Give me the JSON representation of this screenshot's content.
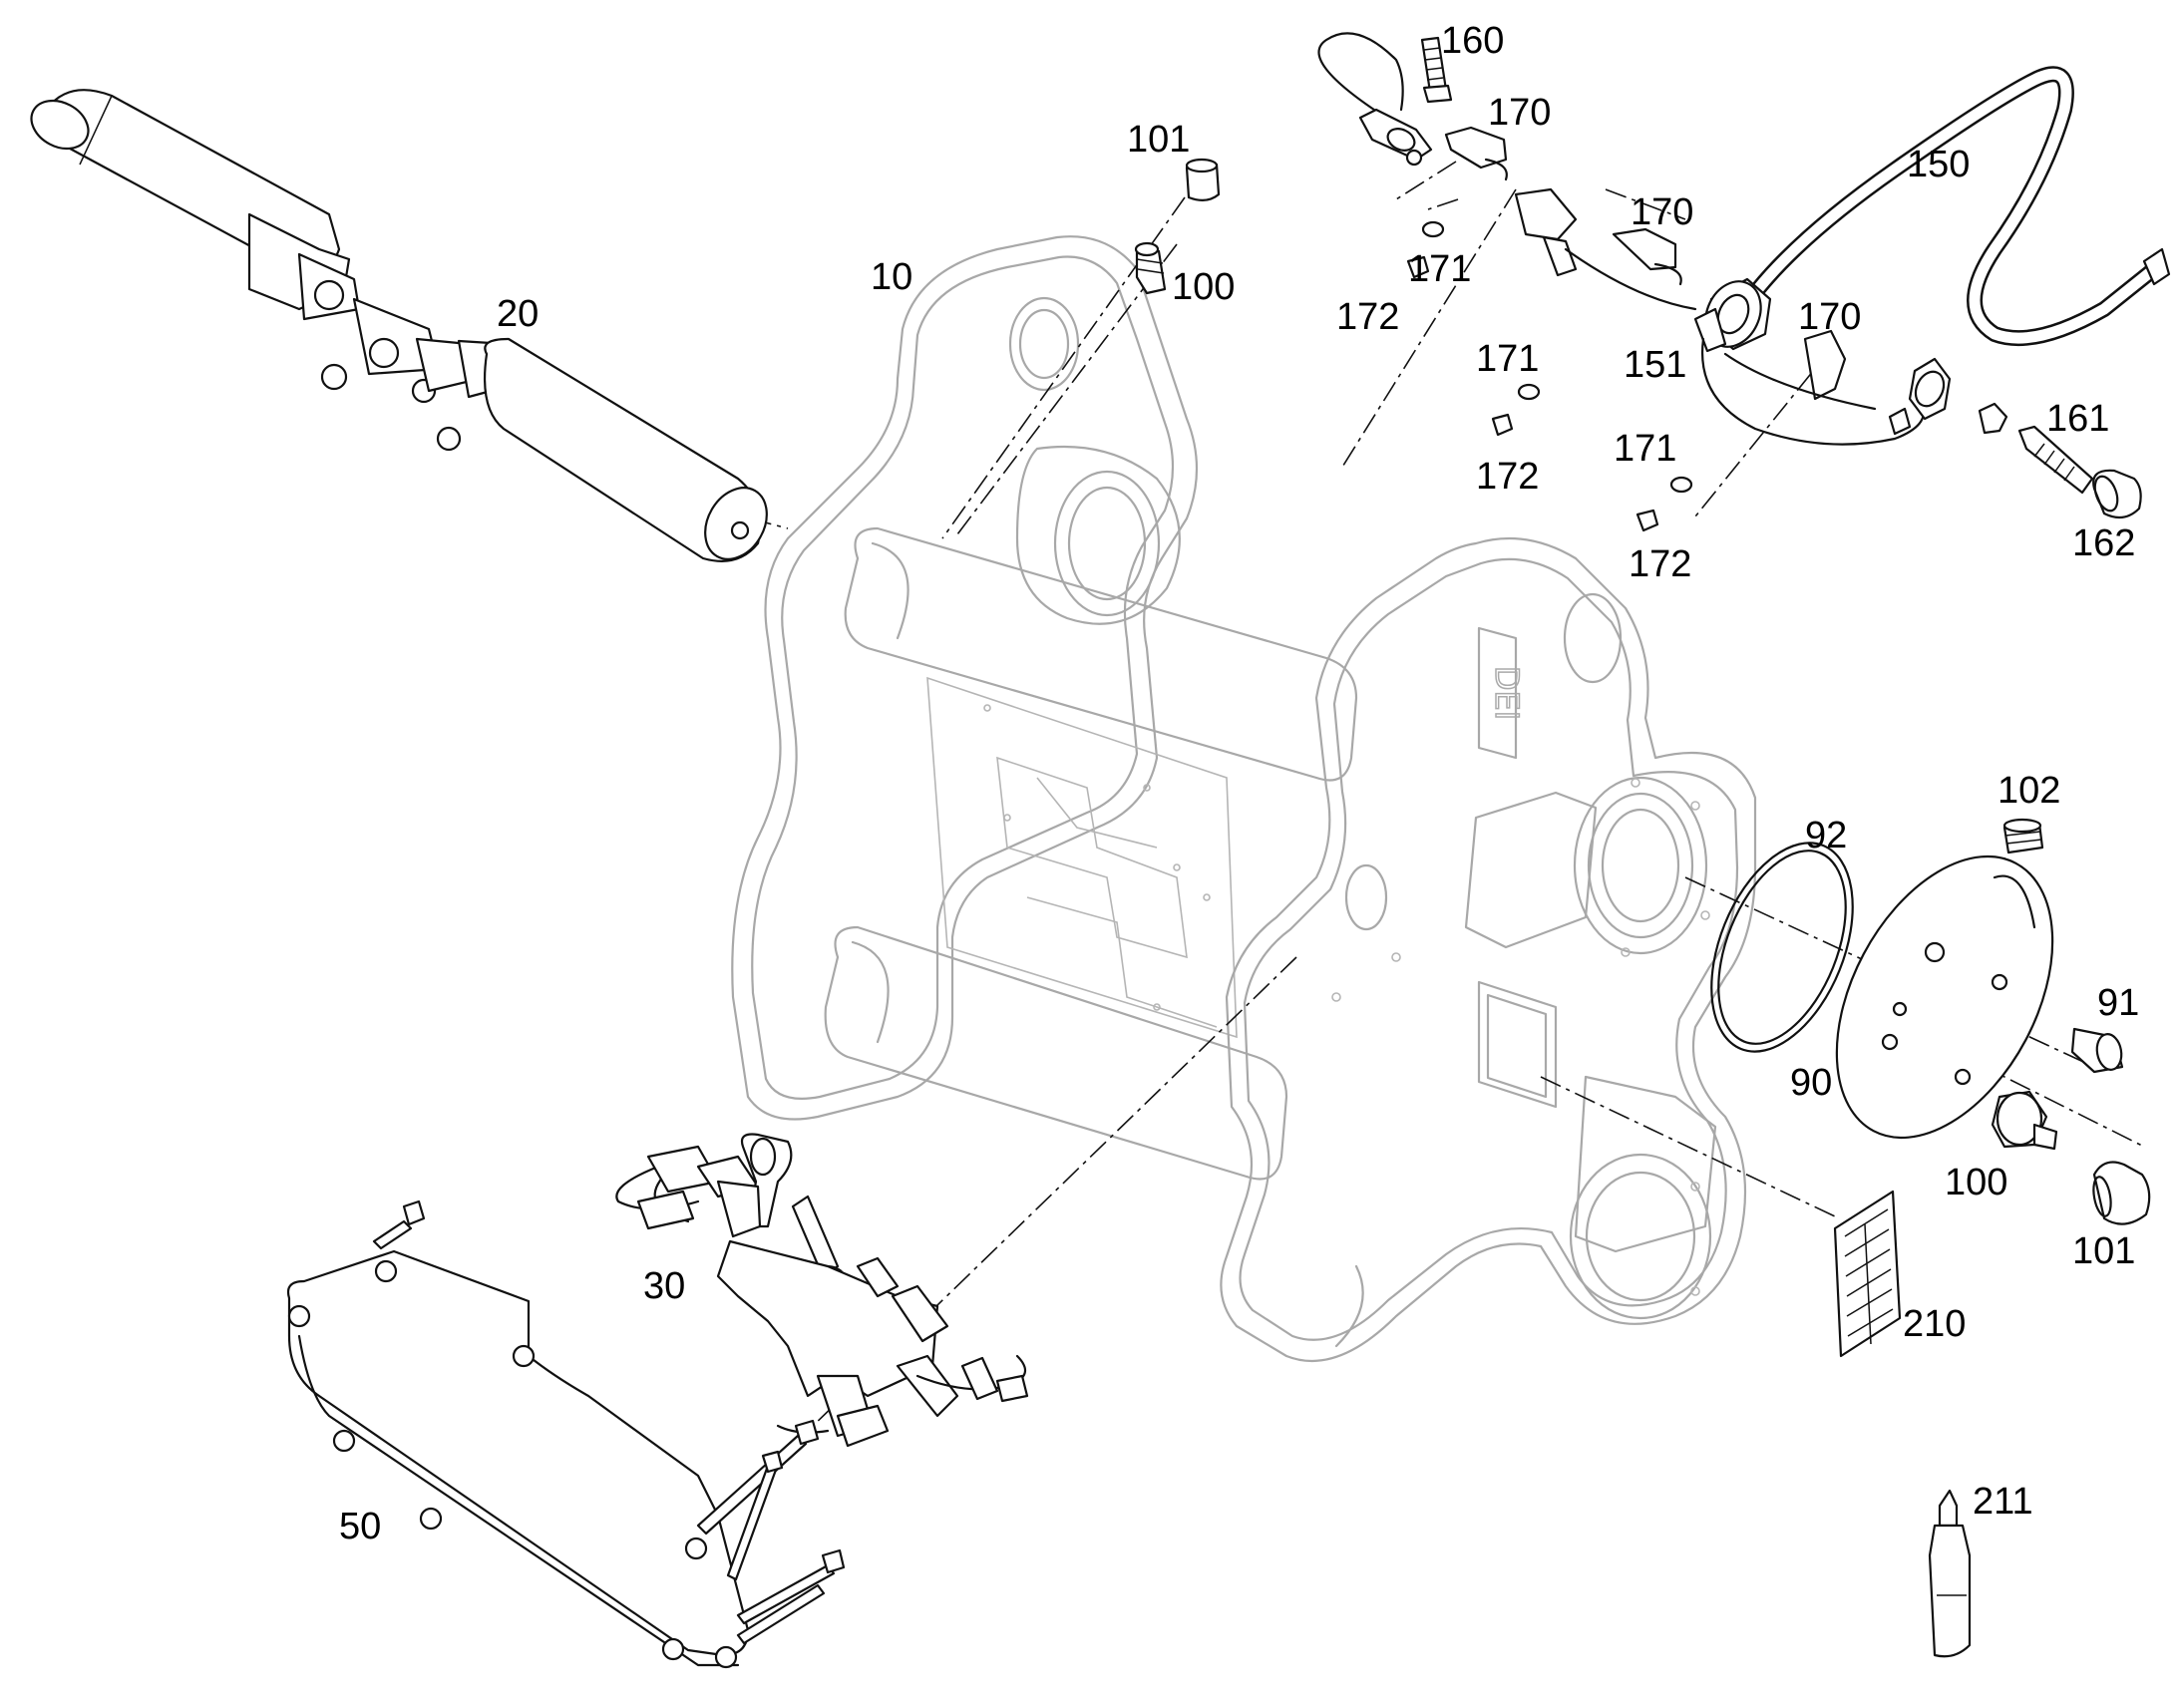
{
  "callouts": {
    "c10": "10",
    "c20": "20",
    "c30": "30",
    "c50": "50",
    "c90": "90",
    "c91": "91",
    "c92": "92",
    "c100a": "100",
    "c100b": "100",
    "c101a": "101",
    "c101b": "101",
    "c102": "102",
    "c150": "150",
    "c151": "151",
    "c160": "160",
    "c161": "161",
    "c162": "162",
    "c170a": "170",
    "c170b": "170",
    "c170c": "170",
    "c171a": "171",
    "c171b": "171",
    "c171c": "171",
    "c172a": "172",
    "c172b": "172",
    "c172c": "172",
    "c210": "210",
    "c211": "211"
  }
}
